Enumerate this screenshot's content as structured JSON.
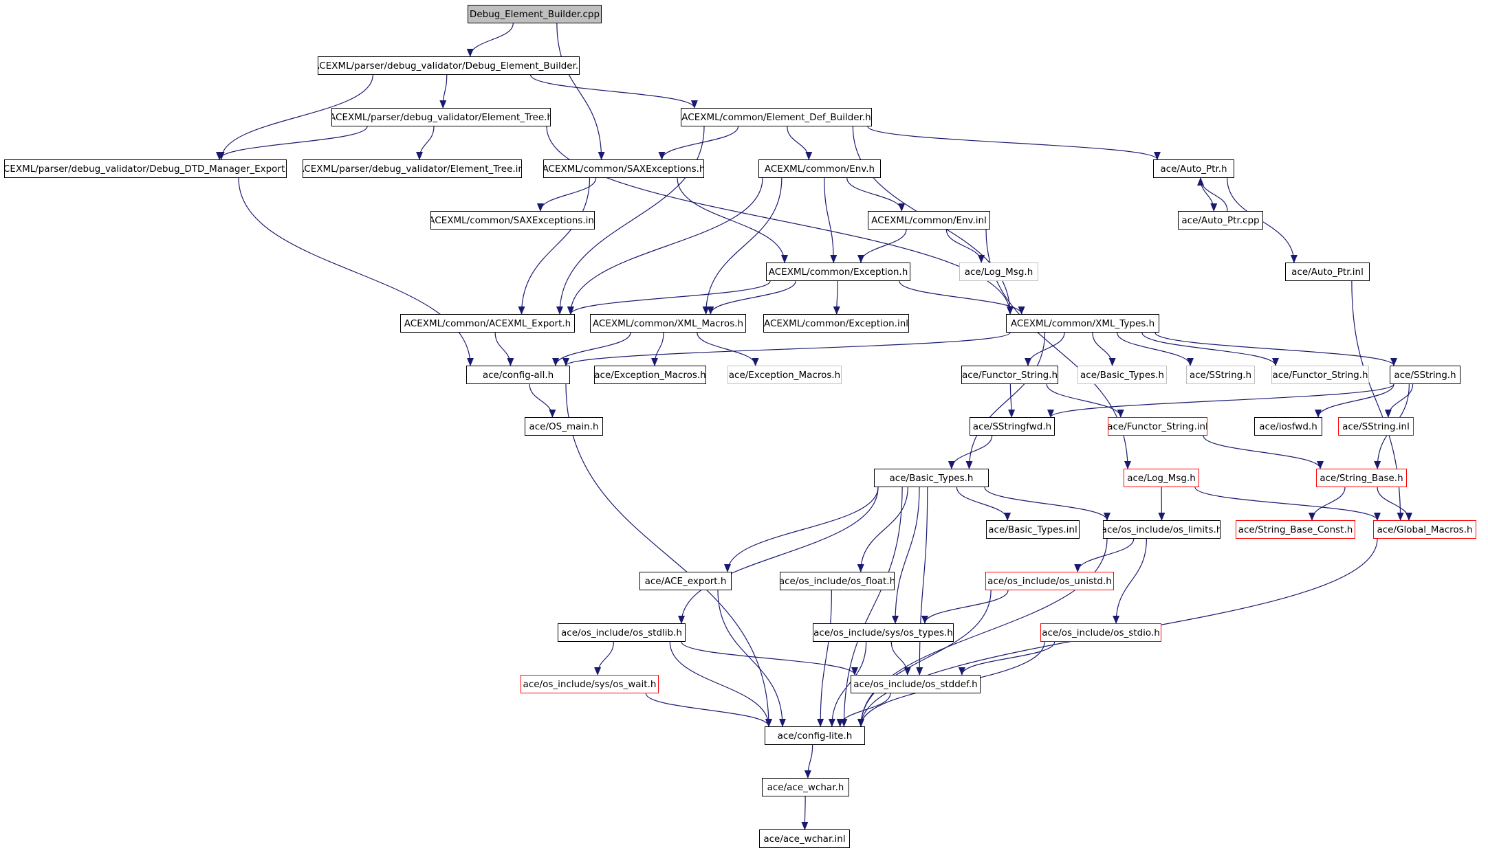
{
  "colors": {
    "edge": "#191970",
    "root_fill": "#bfbfbf",
    "normal_border": "#000000",
    "truncated_border": "#ff0000",
    "external_border": "#bfbfbf"
  },
  "graph": {
    "nodes": [
      {
        "id": "n0",
        "label": "Debug_Element_Builder.cpp",
        "kind": "root"
      },
      {
        "id": "n1",
        "label": "ACEXML/parser/debug_validator/Debug_Element_Builder.h",
        "kind": "normal"
      },
      {
        "id": "n2",
        "label": "ACEXML/parser/debug_validator/Element_Tree.h",
        "kind": "normal"
      },
      {
        "id": "n3",
        "label": "ACEXML/common/Element_Def_Builder.h",
        "kind": "normal"
      },
      {
        "id": "n4",
        "label": "ACEXML/parser/debug_validator/Debug_DTD_Manager_Export.h",
        "kind": "normal"
      },
      {
        "id": "n5",
        "label": "ACEXML/parser/debug_validator/Element_Tree.inl",
        "kind": "normal"
      },
      {
        "id": "n6",
        "label": "ACEXML/common/SAXExceptions.h",
        "kind": "normal"
      },
      {
        "id": "n7",
        "label": "ACEXML/common/Env.h",
        "kind": "normal"
      },
      {
        "id": "n8",
        "label": "ace/Auto_Ptr.h",
        "kind": "normal"
      },
      {
        "id": "n9",
        "label": "ACEXML/common/SAXExceptions.inl",
        "kind": "normal"
      },
      {
        "id": "n10",
        "label": "ACEXML/common/Env.inl",
        "kind": "normal"
      },
      {
        "id": "n11",
        "label": "ace/Auto_Ptr.cpp",
        "kind": "normal"
      },
      {
        "id": "n12",
        "label": "ACEXML/common/Exception.h",
        "kind": "normal"
      },
      {
        "id": "n13",
        "label": "ace/Log_Msg.h",
        "kind": "external"
      },
      {
        "id": "n14",
        "label": "ace/Auto_Ptr.inl",
        "kind": "normal"
      },
      {
        "id": "n15",
        "label": "ACEXML/common/ACEXML_Export.h",
        "kind": "normal"
      },
      {
        "id": "n16",
        "label": "ACEXML/common/XML_Macros.h",
        "kind": "normal"
      },
      {
        "id": "n17",
        "label": "ACEXML/common/Exception.inl",
        "kind": "normal"
      },
      {
        "id": "n18",
        "label": "ACEXML/common/XML_Types.h",
        "kind": "normal"
      },
      {
        "id": "n19",
        "label": "ace/config-all.h",
        "kind": "normal"
      },
      {
        "id": "n20",
        "label": "ace/Exception_Macros.h",
        "kind": "normal"
      },
      {
        "id": "n21",
        "label": "ace/Exception_Macros.h",
        "kind": "external"
      },
      {
        "id": "n22",
        "label": "ace/Functor_String.h",
        "kind": "normal"
      },
      {
        "id": "n23",
        "label": "ace/Basic_Types.h",
        "kind": "external"
      },
      {
        "id": "n24",
        "label": "ace/SString.h",
        "kind": "external"
      },
      {
        "id": "n25",
        "label": "ace/Functor_String.h",
        "kind": "external"
      },
      {
        "id": "n26",
        "label": "ace/SString.h",
        "kind": "normal"
      },
      {
        "id": "n27",
        "label": "ace/OS_main.h",
        "kind": "normal"
      },
      {
        "id": "n28",
        "label": "ace/SStringfwd.h",
        "kind": "normal"
      },
      {
        "id": "n29",
        "label": "ace/Functor_String.inl",
        "kind": "truncated"
      },
      {
        "id": "n30",
        "label": "ace/iosfwd.h",
        "kind": "normal"
      },
      {
        "id": "n31",
        "label": "ace/SString.inl",
        "kind": "truncated"
      },
      {
        "id": "n32",
        "label": "ace/Basic_Types.h",
        "kind": "normal"
      },
      {
        "id": "n33",
        "label": "ace/Log_Msg.h",
        "kind": "truncated"
      },
      {
        "id": "n34",
        "label": "ace/String_Base.h",
        "kind": "truncated"
      },
      {
        "id": "n35",
        "label": "ace/Basic_Types.inl",
        "kind": "normal"
      },
      {
        "id": "n36",
        "label": "ace/os_include/os_limits.h",
        "kind": "normal"
      },
      {
        "id": "n37",
        "label": "ace/String_Base_Const.h",
        "kind": "truncated"
      },
      {
        "id": "n38",
        "label": "ace/Global_Macros.h",
        "kind": "truncated"
      },
      {
        "id": "n39",
        "label": "ace/ACE_export.h",
        "kind": "normal"
      },
      {
        "id": "n40",
        "label": "ace/os_include/os_float.h",
        "kind": "normal"
      },
      {
        "id": "n41",
        "label": "ace/os_include/os_unistd.h",
        "kind": "truncated"
      },
      {
        "id": "n42",
        "label": "ace/os_include/os_stdlib.h",
        "kind": "normal"
      },
      {
        "id": "n43",
        "label": "ace/os_include/sys/os_types.h",
        "kind": "normal"
      },
      {
        "id": "n44",
        "label": "ace/os_include/os_stdio.h",
        "kind": "truncated"
      },
      {
        "id": "n45",
        "label": "ace/os_include/sys/os_wait.h",
        "kind": "truncated"
      },
      {
        "id": "n46",
        "label": "ace/os_include/os_stddef.h",
        "kind": "normal"
      },
      {
        "id": "n47",
        "label": "ace/config-lite.h",
        "kind": "normal"
      },
      {
        "id": "n48",
        "label": "ace/ace_wchar.h",
        "kind": "normal"
      },
      {
        "id": "n49",
        "label": "ace/ace_wchar.inl",
        "kind": "normal"
      }
    ],
    "edges": [
      [
        "n0",
        "n1"
      ],
      [
        "n0",
        "n6"
      ],
      [
        "n1",
        "n2"
      ],
      [
        "n1",
        "n3"
      ],
      [
        "n1",
        "n4"
      ],
      [
        "n2",
        "n4"
      ],
      [
        "n2",
        "n5"
      ],
      [
        "n2",
        "n18"
      ],
      [
        "n3",
        "n6"
      ],
      [
        "n3",
        "n7"
      ],
      [
        "n3",
        "n8"
      ],
      [
        "n3",
        "n15"
      ],
      [
        "n3",
        "n18"
      ],
      [
        "n4",
        "n19"
      ],
      [
        "n6",
        "n9"
      ],
      [
        "n6",
        "n12"
      ],
      [
        "n6",
        "n15"
      ],
      [
        "n7",
        "n10"
      ],
      [
        "n7",
        "n12"
      ],
      [
        "n7",
        "n15"
      ],
      [
        "n7",
        "n16"
      ],
      [
        "n8",
        "n11"
      ],
      [
        "n11",
        "n8"
      ],
      [
        "n8",
        "n14"
      ],
      [
        "n10",
        "n12"
      ],
      [
        "n10",
        "n13"
      ],
      [
        "n10",
        "n33"
      ],
      [
        "n12",
        "n15"
      ],
      [
        "n12",
        "n16"
      ],
      [
        "n12",
        "n17"
      ],
      [
        "n12",
        "n18"
      ],
      [
        "n14",
        "n38"
      ],
      [
        "n15",
        "n19"
      ],
      [
        "n16",
        "n19"
      ],
      [
        "n16",
        "n20"
      ],
      [
        "n16",
        "n21"
      ],
      [
        "n18",
        "n19"
      ],
      [
        "n18",
        "n22"
      ],
      [
        "n18",
        "n23"
      ],
      [
        "n18",
        "n24"
      ],
      [
        "n18",
        "n25"
      ],
      [
        "n18",
        "n26"
      ],
      [
        "n18",
        "n32"
      ],
      [
        "n19",
        "n27"
      ],
      [
        "n19",
        "n47"
      ],
      [
        "n22",
        "n28"
      ],
      [
        "n22",
        "n29"
      ],
      [
        "n26",
        "n28"
      ],
      [
        "n26",
        "n30"
      ],
      [
        "n26",
        "n31"
      ],
      [
        "n26",
        "n34"
      ],
      [
        "n28",
        "n32"
      ],
      [
        "n29",
        "n34"
      ],
      [
        "n32",
        "n35"
      ],
      [
        "n32",
        "n36"
      ],
      [
        "n32",
        "n39"
      ],
      [
        "n32",
        "n40"
      ],
      [
        "n32",
        "n42"
      ],
      [
        "n32",
        "n43"
      ],
      [
        "n32",
        "n46"
      ],
      [
        "n32",
        "n47"
      ],
      [
        "n33",
        "n36"
      ],
      [
        "n33",
        "n38"
      ],
      [
        "n34",
        "n37"
      ],
      [
        "n34",
        "n38"
      ],
      [
        "n36",
        "n41"
      ],
      [
        "n36",
        "n44"
      ],
      [
        "n36",
        "n47"
      ],
      [
        "n38",
        "n47"
      ],
      [
        "n39",
        "n47"
      ],
      [
        "n40",
        "n47"
      ],
      [
        "n41",
        "n43"
      ],
      [
        "n41",
        "n47"
      ],
      [
        "n42",
        "n45"
      ],
      [
        "n42",
        "n46"
      ],
      [
        "n42",
        "n47"
      ],
      [
        "n43",
        "n46"
      ],
      [
        "n43",
        "n47"
      ],
      [
        "n44",
        "n46"
      ],
      [
        "n44",
        "n47"
      ],
      [
        "n45",
        "n47"
      ],
      [
        "n46",
        "n47"
      ],
      [
        "n47",
        "n48"
      ],
      [
        "n48",
        "n49"
      ]
    ]
  }
}
